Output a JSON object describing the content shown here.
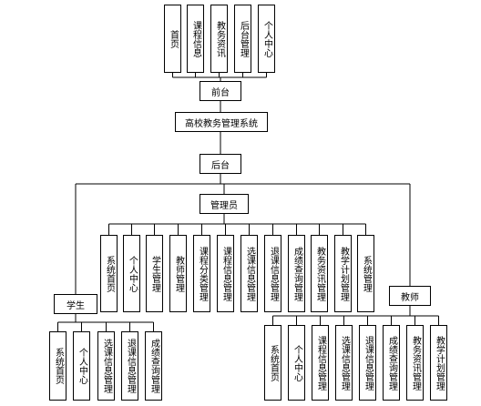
{
  "top_modules": [
    "首页",
    "课程信息",
    "教务资讯",
    "后台管理",
    "个人中心"
  ],
  "frontend_label": "前台",
  "system_label": "高校教务管理系统",
  "backend_label": "后台",
  "admin_label": "管理员",
  "admin_modules": [
    "系统首页",
    "个人中心",
    "学生管理",
    "教师管理",
    "课程分类管理",
    "课程信息管理",
    "选课信息管理",
    "退课信息管理",
    "成绩查询管理",
    "教务资讯管理",
    "教学计划管理",
    "系统管理"
  ],
  "student_label": "学生",
  "student_modules": [
    "系统首页",
    "个人中心",
    "选课信息管理",
    "退课信息管理",
    "成绩查询管理"
  ],
  "teacher_label": "教师",
  "teacher_modules": [
    "系统首页",
    "个人中心",
    "课程信息管理",
    "选课信息管理",
    "退课信息管理",
    "成绩查询管理",
    "教务资讯管理",
    "教学计划管理"
  ]
}
